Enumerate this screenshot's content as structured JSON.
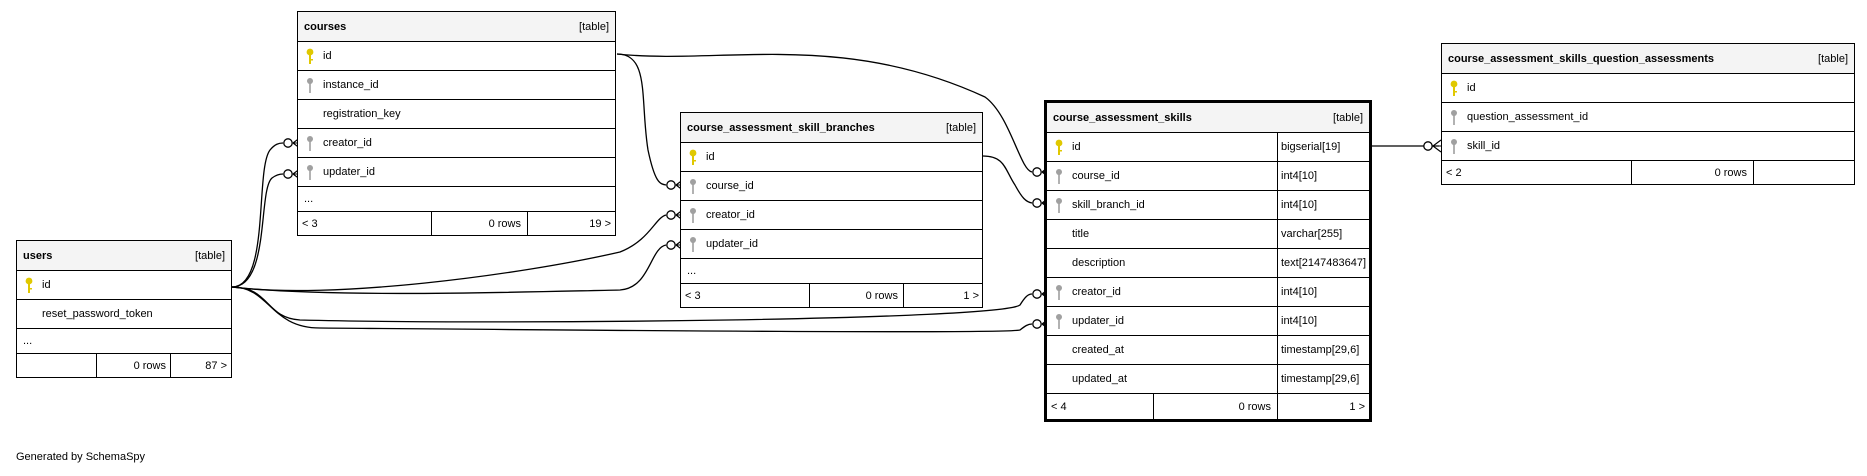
{
  "colors": {
    "pk_key": "#e0c800",
    "fk_key": "#a0a0a0",
    "header_bg": "#f4f4f4",
    "line": "#000000"
  },
  "icons": {
    "primary_key": "key-icon-yellow",
    "foreign_key": "key-icon-gray"
  },
  "tables": {
    "courses": {
      "name": "courses",
      "tag": "[table]",
      "columns": [
        "id",
        "instance_id",
        "registration_key",
        "creator_id",
        "updater_id",
        "..."
      ],
      "footer": {
        "left": "< 3",
        "rows": "0 rows",
        "right": "19 >"
      }
    },
    "users": {
      "name": "users",
      "tag": "[table]",
      "columns": [
        "id",
        "reset_password_token",
        "..."
      ],
      "footer": {
        "left": "",
        "rows": "0 rows",
        "right": "87 >"
      }
    },
    "branches": {
      "name": "course_assessment_skill_branches",
      "tag": "[table]",
      "columns": [
        "id",
        "course_id",
        "creator_id",
        "updater_id",
        "..."
      ],
      "footer": {
        "left": "< 3",
        "rows": "0 rows",
        "right": "1 >"
      }
    },
    "skills": {
      "name": "course_assessment_skills",
      "tag": "[table]",
      "columns": [
        "id",
        "course_id",
        "skill_branch_id",
        "title",
        "description",
        "creator_id",
        "updater_id",
        "created_at",
        "updated_at"
      ],
      "types": [
        "bigserial[19]",
        "int4[10]",
        "int4[10]",
        "varchar[255]",
        "text[2147483647]",
        "int4[10]",
        "int4[10]",
        "timestamp[29,6]",
        "timestamp[29,6]"
      ],
      "footer": {
        "left": "< 4",
        "rows": "0 rows",
        "right": "1 >"
      }
    },
    "qa": {
      "name": "course_assessment_skills_question_assessments",
      "tag": "[table]",
      "columns": [
        "id",
        "question_assessment_id",
        "skill_id"
      ],
      "footer": {
        "left": "< 2",
        "rows": "0 rows",
        "right": ""
      }
    }
  },
  "footer_text": "Generated by SchemaSpy"
}
